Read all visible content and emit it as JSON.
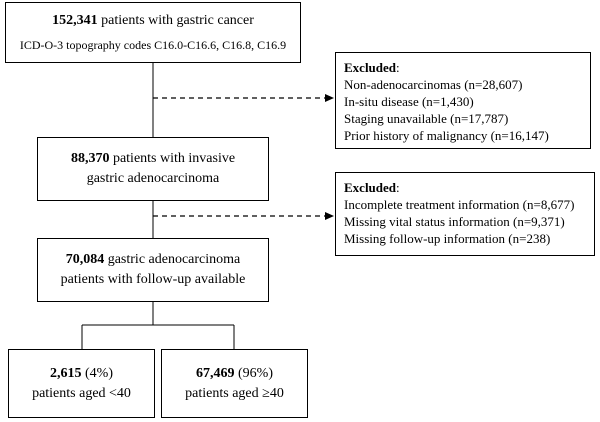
{
  "box_total": {
    "count": "152,341",
    "label": "patients with gastric cancer",
    "codes": "ICD-O-3 topography codes C16.0-C16.6, C16.8, C16.9"
  },
  "exclusion_1": {
    "heading": "Excluded",
    "colon": ":",
    "items": [
      "Non-adenocarcinomas (n=28,607)",
      "In-situ disease (n=1,430)",
      "Staging unavailable (n=17,787)",
      "Prior history of malignancy (n=16,147)"
    ]
  },
  "box_invasive": {
    "count": "88,370",
    "line1": "patients with invasive",
    "line2": "gastric adenocarcinoma"
  },
  "exclusion_2": {
    "heading": "Excluded",
    "colon": ":",
    "items": [
      "Incomplete treatment information (n=8,677)",
      "Missing vital status information (n=9,371)",
      "Missing follow-up information (n=238)"
    ]
  },
  "box_followup": {
    "count": "70,084",
    "line1": "gastric adenocarcinoma",
    "line2": "patients with follow-up available"
  },
  "box_young": {
    "count": "2,615",
    "pct": "(4%)",
    "label": "patients aged <40"
  },
  "box_old": {
    "count": "67,469",
    "pct": "(96%)",
    "label": "patients aged ≥40"
  }
}
